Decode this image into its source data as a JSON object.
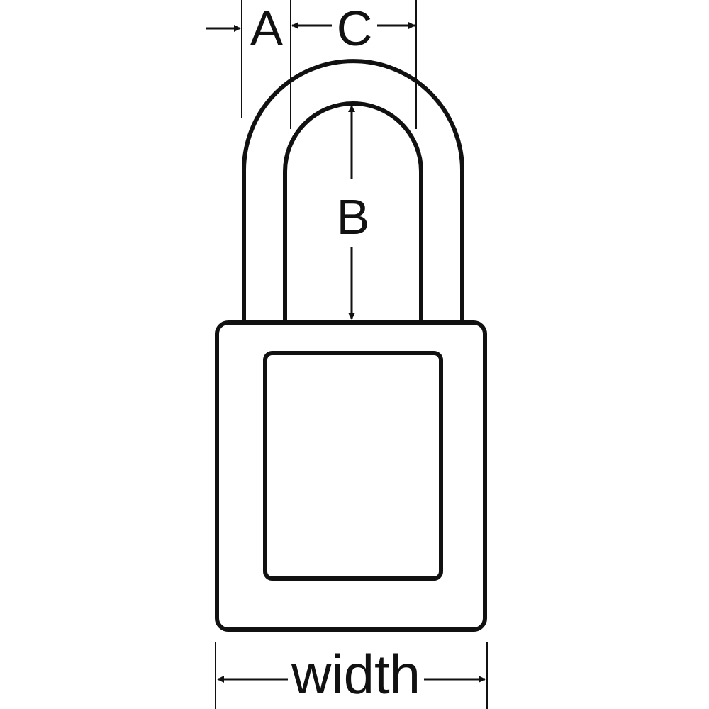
{
  "labels": {
    "a": "A",
    "b": "B",
    "c": "C",
    "width": "width"
  },
  "colors": {
    "stroke": "#111111",
    "background": "#ffffff"
  }
}
